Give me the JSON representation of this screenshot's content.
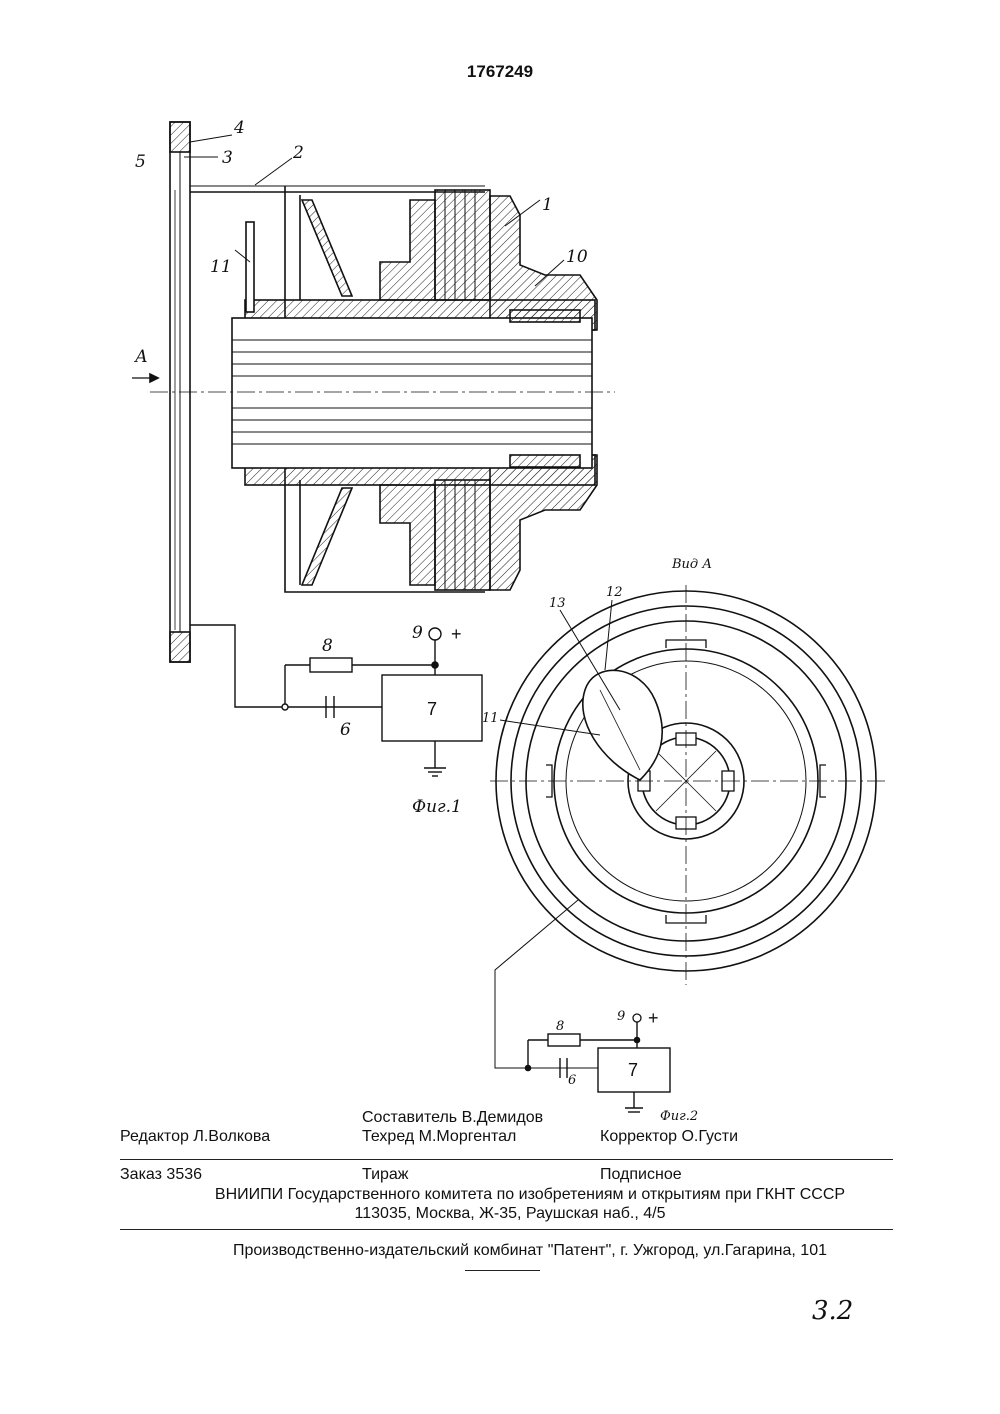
{
  "patent_number": "1767249",
  "figures": {
    "fig1": {
      "caption": "Фиг.1",
      "view_arrow_label": "А",
      "labels": [
        "1",
        "2",
        "3",
        "4",
        "5",
        "6",
        "7",
        "8",
        "9",
        "10",
        "11"
      ],
      "plus_sign": "+"
    },
    "fig2": {
      "caption": "Фиг.2",
      "view_title": "Вид А",
      "labels": [
        "6",
        "7",
        "8",
        "9",
        "11",
        "12",
        "13"
      ],
      "plus_sign": "+"
    }
  },
  "credits": {
    "editor": "Редактор  Л.Волкова",
    "compiler": "Составитель В.Демидов",
    "techred": "Техред М.Моргентал",
    "corrector": "Корректор О.Густи"
  },
  "imprint": {
    "order": "Заказ  3536",
    "circulation": "Тираж",
    "subscription": "Подписное",
    "org": "ВНИИПИ Государственного комитета по изобретениям и открытиям при ГКНТ СССР",
    "address": "113035, Москва, Ж-35, Раушская наб., 4/5",
    "printer": "Производственно-издательский комбинат \"Патент\", г. Ужгород, ул.Гагарина, 101"
  },
  "handwritten_note": "3.2"
}
